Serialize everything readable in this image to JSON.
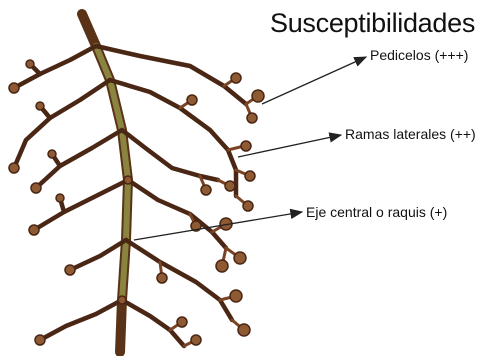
{
  "title": "Susceptibilidades",
  "labels": {
    "pedicelos": "Pedicelos (+++)",
    "ramas_laterales": "Ramas laterales (++)",
    "eje_central": "Eje central o raquis (+)"
  },
  "colors": {
    "stem_dark": "#4a2614",
    "stem_mid": "#7a4424",
    "raquis_green": "#7c7a3a",
    "node": "#8e5a33",
    "arrow": "#222222"
  },
  "icons": [
    "arrowhead-icon"
  ]
}
